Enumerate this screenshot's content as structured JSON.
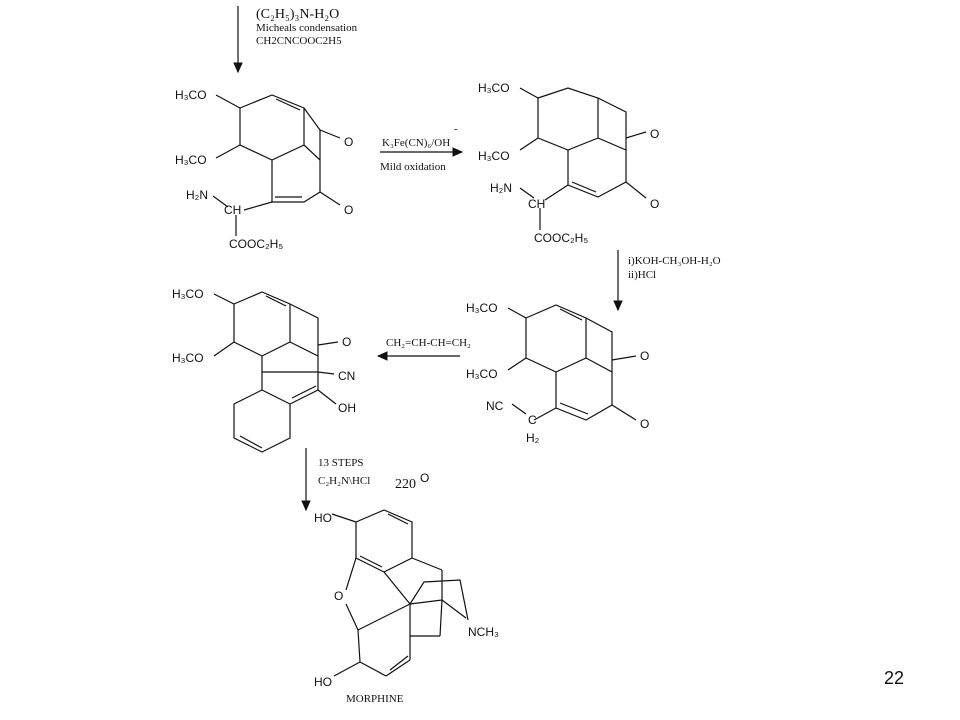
{
  "reagents": {
    "step1": {
      "line1": "(C₂H₅)₃N-H₂O",
      "line2": "Micheals condensation",
      "line3": "CH2CNCOOC2H5"
    },
    "step2": {
      "line1": "K₃Fe(CN)₆/OH",
      "charge": "-",
      "line2": "Mild oxidation"
    },
    "step3": {
      "line1": "i)KOH-CH₃OH-H₂O",
      "line2": "ii)HCl"
    },
    "step4": {
      "line1": "CH₂=CH-CH=CH₂"
    },
    "step5": {
      "line1": "13 STEPS",
      "line2": "C₂H₂N\\HCl",
      "temp": "220",
      "deg": "O"
    }
  },
  "labels": {
    "ome": "H₃CO",
    "o": "O",
    "h2n": "H₂N",
    "ch": "CH",
    "cooet": "COOC₂H₅",
    "nc": "NC",
    "c": "C",
    "h2": "H₂",
    "cn": "CN",
    "oh": "OH",
    "ho": "HO",
    "nch3": "NCH₃",
    "name": "MORPHINE"
  },
  "page_number": "22"
}
